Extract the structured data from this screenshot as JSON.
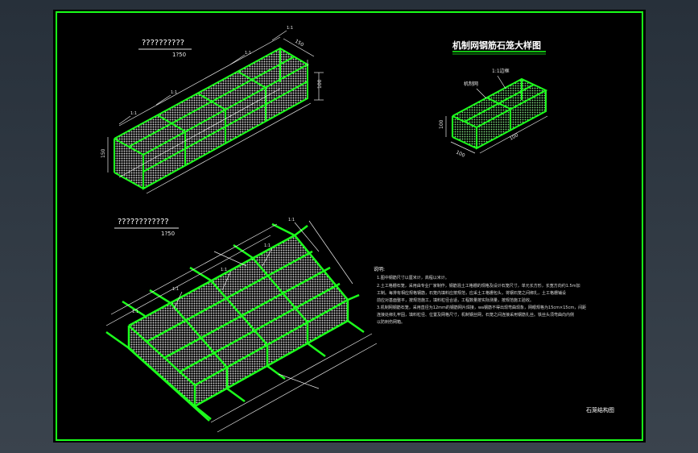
{
  "views": {
    "top_view": {
      "title": "??????????",
      "scale": "1?50"
    },
    "bottom_view": {
      "title": "????????????",
      "scale": "1?50"
    },
    "detail_view": {
      "title": "机制网钢筋石笼大样图",
      "labels": {
        "top_tag": "机制网",
        "leader_tag": "1:1边框"
      },
      "dims": {
        "height": "100",
        "width": "100",
        "length": "100"
      }
    }
  },
  "top_dims": {
    "right_top": "150",
    "right_side": "100",
    "left_side": "150"
  },
  "notes": {
    "heading": "说明:",
    "items": [
      "1.图中钢筋尺寸以厘米计，高程以米计。",
      "2.土工格栅石笼，采用由专业厂家制作，钢筋混土工格栅的规格及设计石笼尺寸，单元长方形，长宽方向约1.5m加",
      "  工制。每排有相应规格钢筋，石笼内填料应按规范，应采土工格栅包头，将钢石笼之间绑扎，土工格栅铺设",
      "  前应对基面整平，按规范施工，填料粒径合适，工程数量按实际测量，按规范施工验收。",
      "3.机制网钢筋石笼，采用直径为12mm的钢筋网片焊接，wa钢筋不得出现弯曲现象，网眼规格为15cm×15cm，间距",
      "  连接处绑扎牢固，填料粒径、位置及网格尺寸，机制钢丝网，石笼之间连接采用钢筋扎丝。铁丝头须弯曲向内侧",
      "  以防刺伤网箱。"
    ]
  },
  "sheet_title": "石笼结构图"
}
